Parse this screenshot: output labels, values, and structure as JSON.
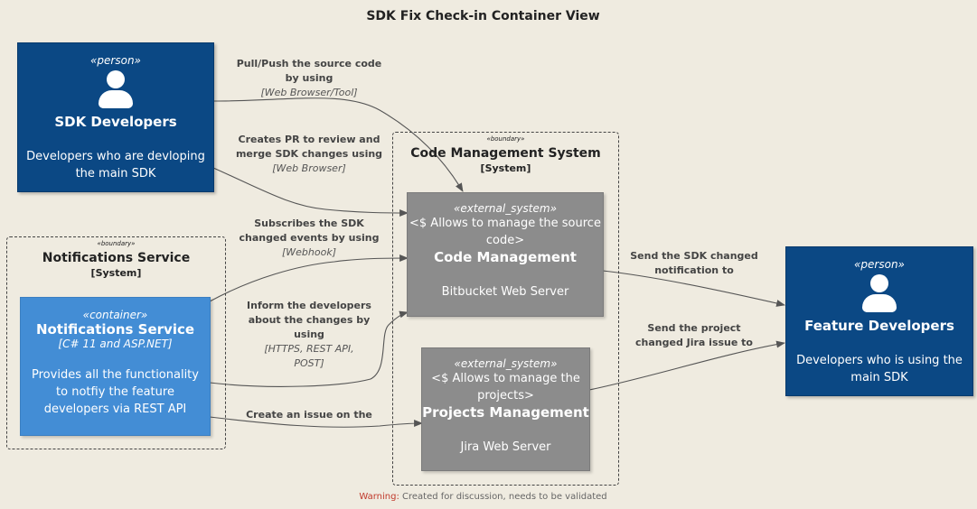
{
  "title": "SDK Fix Check-in Container View",
  "nodes": {
    "sdk_developers": {
      "stereotype": "«person»",
      "name": "SDK Developers",
      "description_lines": [
        "Developers who are devloping",
        "the main SDK"
      ]
    },
    "feature_developers": {
      "stereotype": "«person»",
      "name": "Feature Developers",
      "description_lines": [
        "Developers who is using the",
        "main SDK"
      ]
    },
    "code_management": {
      "stereotype": "«external_system»",
      "label_lines": [
        "<$ Allows to manage the source",
        "code>"
      ],
      "name": "Code Management",
      "description": "Bitbucket Web Server"
    },
    "projects_management": {
      "stereotype": "«external_system»",
      "label_lines": [
        "<$ Allows to manage the",
        "projects>"
      ],
      "name": "Projects Management",
      "description": "Jira Web Server"
    },
    "notifications_service": {
      "stereotype": "«container»",
      "name": "Notifications Service",
      "technology": "[C# 11 and ASP.NET]",
      "description_lines": [
        "Provides all the functionality",
        "to notfiy the feature",
        "developers via REST API"
      ]
    }
  },
  "boundaries": {
    "code_management_system": {
      "stereotype": "«boundary»",
      "name": "Code Management System",
      "type": "[System]"
    },
    "notifications_service": {
      "stereotype": "«boundary»",
      "name": "Notifications Service",
      "type": "[System]"
    }
  },
  "edges": {
    "pull_push": {
      "text_lines": [
        "Pull/Push the source code",
        "by using"
      ],
      "technology": "[Web Browser/Tool]"
    },
    "create_pr": {
      "text_lines": [
        "Creates PR to review and",
        "merge SDK changes using"
      ],
      "technology": "[Web Browser]"
    },
    "subscribes": {
      "text_lines": [
        "Subscribes the SDK",
        "changed events by using"
      ],
      "technology": "[Webhook]"
    },
    "inform": {
      "text_lines": [
        "Inform the developers",
        "about the changes by",
        "using"
      ],
      "technology_lines": [
        "[HTTPS, REST API,",
        "POST]"
      ]
    },
    "create_issue": {
      "text_lines": [
        "Create an issue on the"
      ]
    },
    "send_sdk_changed": {
      "text_lines": [
        "Send the SDK changed",
        "notification to"
      ]
    },
    "send_project_changed": {
      "text_lines": [
        "Send the project",
        "changed Jira issue to"
      ]
    }
  },
  "footer": {
    "warning_label": "Warning:",
    "warning_text": "Created for discussion, needs to be validated"
  },
  "colors": {
    "background": "#efebe0",
    "person": "#0b4884",
    "container": "#438dd5",
    "external_system": "#8c8c8c",
    "edge": "#555555",
    "warning": "#c0392b"
  }
}
